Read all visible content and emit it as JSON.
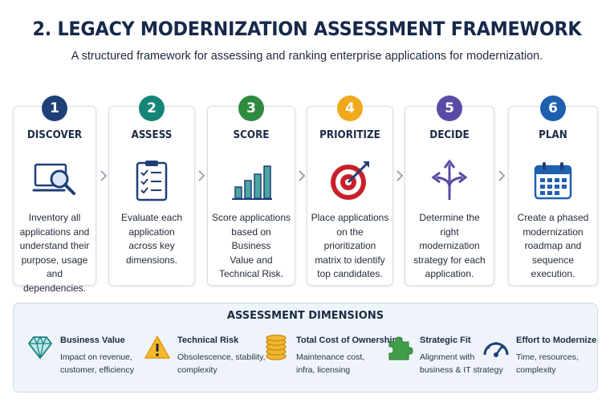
{
  "header": {
    "title": "2. LEGACY MODERNIZATION ASSESSMENT FRAMEWORK",
    "subtitle": "A structured framework for assessing and ranking enterprise applications for modernization."
  },
  "steps": [
    {
      "number": "1",
      "title": "DISCOVER",
      "color": "#1f3f78",
      "icon": "magnifier-monitor-icon",
      "lines": [
        "Inventory all",
        "applications and",
        "understand their",
        "purpose, usage",
        "and dependencies."
      ]
    },
    {
      "number": "2",
      "title": "ASSESS",
      "color": "#15857a",
      "icon": "clipboard-checklist-icon",
      "lines": [
        "Evaluate each",
        "application",
        "across key",
        "dimensions."
      ]
    },
    {
      "number": "3",
      "title": "SCORE",
      "color": "#2e8b3e",
      "icon": "bar-chart-icon",
      "lines": [
        "Score applications",
        "based on Business",
        "Value and",
        "Technical Risk."
      ]
    },
    {
      "number": "4",
      "title": "PRIORITIZE",
      "color": "#f0a91b",
      "icon": "target-icon",
      "lines": [
        "Place applications",
        "on the prioritization",
        "matrix to identify",
        "top candidates."
      ]
    },
    {
      "number": "5",
      "title": "DECIDE",
      "color": "#5b4aa6",
      "icon": "split-arrows-icon",
      "lines": [
        "Determine the",
        "right modernization",
        "strategy for each",
        "application."
      ]
    },
    {
      "number": "6",
      "title": "PLAN",
      "color": "#1f5fb0",
      "icon": "calendar-icon",
      "lines": [
        "Create a phased",
        "modernization",
        "roadmap and",
        "sequence",
        "execution."
      ]
    }
  ],
  "dimensions": {
    "title": "ASSESSMENT DIMENSIONS",
    "items": [
      {
        "name": "Business Value",
        "icon": "diamond-icon",
        "lines": [
          "Impact on revenue,",
          "customer, efficiency"
        ]
      },
      {
        "name": "Technical Risk",
        "icon": "warning-icon",
        "lines": [
          "Obsolescence, stability,",
          "complexity"
        ]
      },
      {
        "name": "Total Cost of Ownership",
        "icon": "coins-icon",
        "lines": [
          "Maintenance cost,",
          "infra, licensing"
        ]
      },
      {
        "name": "Strategic Fit",
        "icon": "puzzle-icon",
        "lines": [
          "Alignment with",
          "business & IT strategy"
        ]
      },
      {
        "name": "Effort to Modernize",
        "icon": "gauge-icon",
        "lines": [
          "Time, resources,",
          "complexity"
        ]
      }
    ]
  }
}
